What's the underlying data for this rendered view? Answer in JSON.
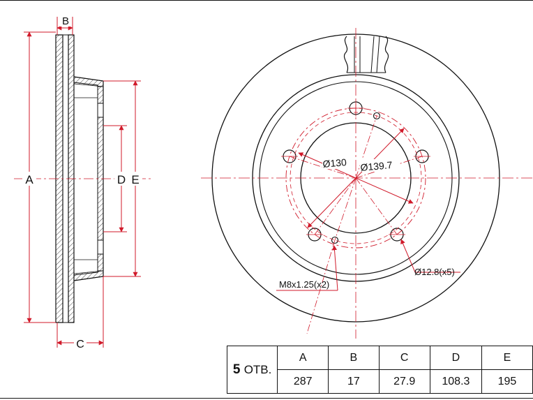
{
  "labels": {
    "A": "A",
    "B": "B",
    "C": "C",
    "D": "D",
    "E": "E",
    "dia_130": "Ø130",
    "dia_139": "Ø139.7",
    "bolt_hole": "Ø12.8(x5)",
    "thread": "M8x1.25(x2)"
  },
  "table": {
    "holes_count": "5",
    "holes_unit": "ОТВ.",
    "headers": [
      "A",
      "B",
      "C",
      "D",
      "E"
    ],
    "values": [
      "287",
      "17",
      "27.9",
      "108.3",
      "195"
    ]
  },
  "colors": {
    "line": "#111111",
    "dimension": "#d01a2a"
  }
}
